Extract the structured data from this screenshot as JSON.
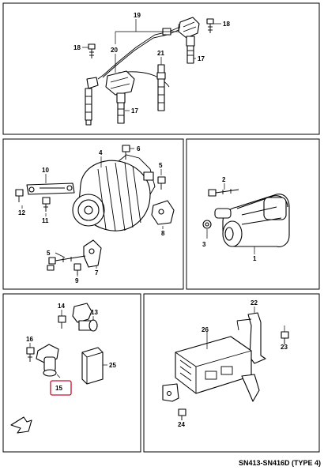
{
  "diagram": {
    "footer_code": "SN413-SN416D (TYPE 4)",
    "callouts": {
      "c19": "19",
      "c18a": "18",
      "c18b": "18",
      "c20": "20",
      "c21": "21",
      "c17a": "17",
      "c17b": "17",
      "c4": "4",
      "c6": "6",
      "c10": "10",
      "c5a": "5",
      "c12": "12",
      "c11": "11",
      "c8": "8",
      "c5b": "5",
      "c9": "9",
      "c7": "7",
      "c2": "2",
      "c3": "3",
      "c1": "1",
      "c14": "14",
      "c13": "13",
      "c16": "16",
      "c25": "25",
      "c15": "15",
      "c22": "22",
      "c26": "26",
      "c23": "23",
      "c24": "24"
    }
  }
}
